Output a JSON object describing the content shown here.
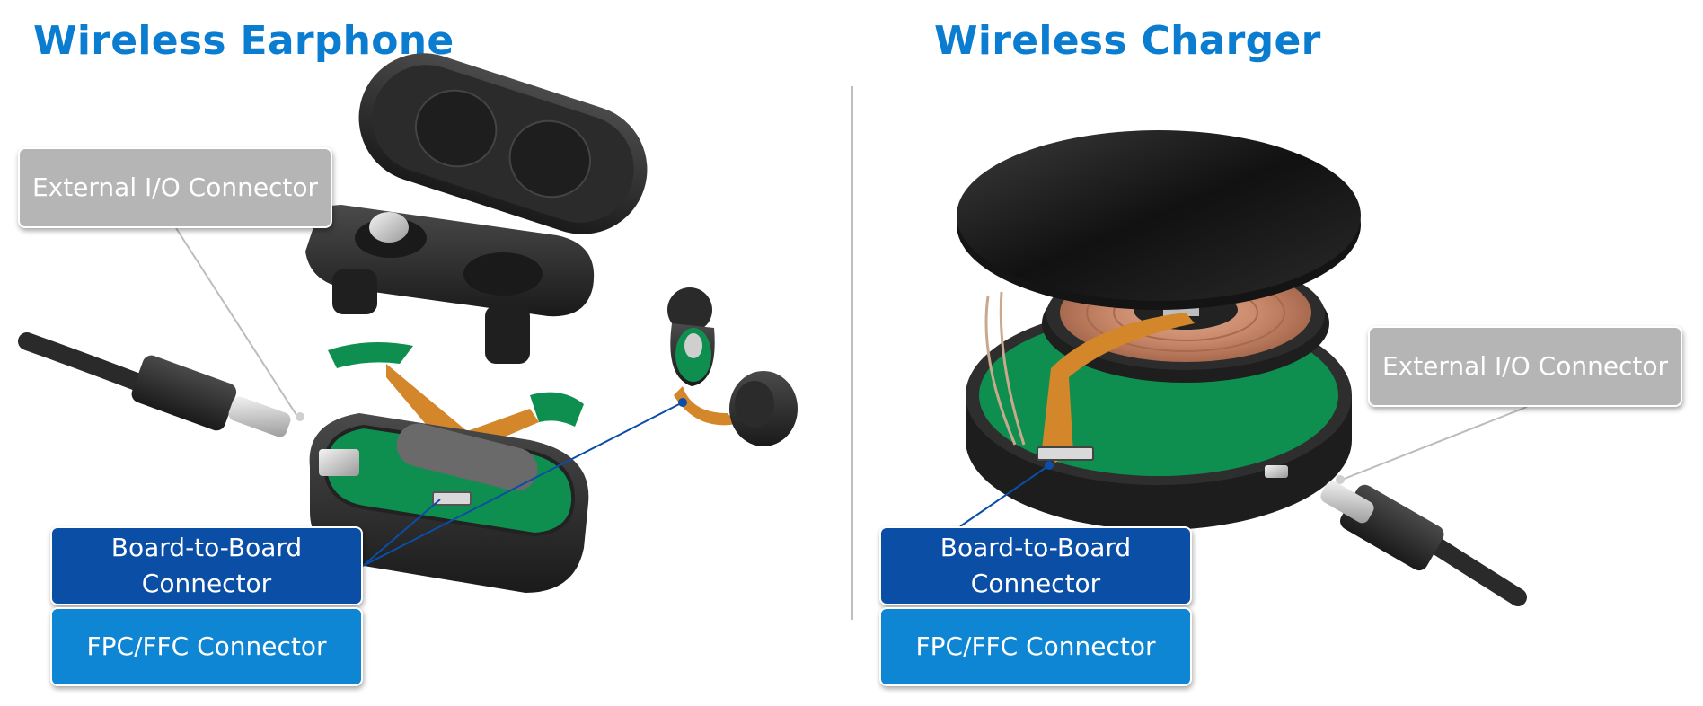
{
  "titles": {
    "left": "Wireless Earphone",
    "right": "Wireless Charger"
  },
  "labels": {
    "external_io": "External I/O Connector",
    "board_to_board": "Board-to-Board Connector",
    "fpc_ffc": "FPC/FFC Connector"
  },
  "colors": {
    "title": "#0B7DD0",
    "external_io_box": "#B5B5B5",
    "board_to_board_box": "#0A4EA6",
    "fpc_ffc_box": "#0E86D4",
    "pcb": "#0E8F4F",
    "flex_cable": "#D4862A",
    "coil": "#C9886A",
    "device_body": "#2A2A2A"
  }
}
